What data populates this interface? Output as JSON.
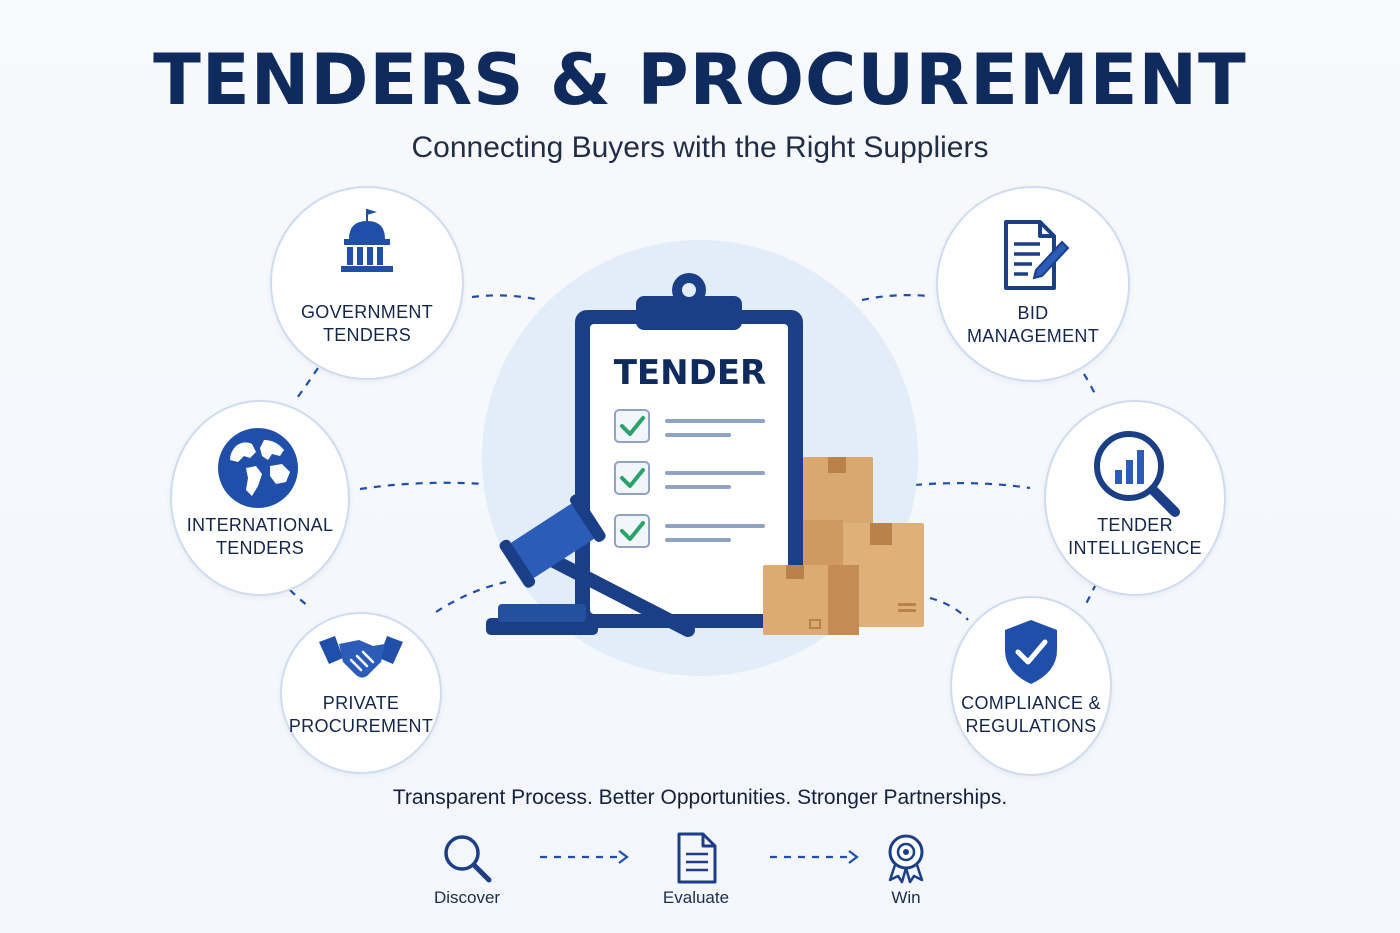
{
  "header": {
    "title": "TENDERS & PROCUREMENT",
    "subtitle": "Connecting Buyers with the Right Suppliers"
  },
  "center": {
    "clipboard_title": "TENDER"
  },
  "categories": {
    "government": {
      "line1": "GOVERNMENT",
      "line2": "TENDERS",
      "icon": "government-building-icon"
    },
    "international": {
      "line1": "INTERNATIONAL",
      "line2": "TENDERS",
      "icon": "globe-icon"
    },
    "private": {
      "line1": "PRIVATE",
      "line2": "PROCUREMENT",
      "icon": "handshake-icon"
    },
    "bid": {
      "line1": "BID",
      "line2": "MANAGEMENT",
      "icon": "document-pen-icon"
    },
    "intelligence": {
      "line1": "TENDER",
      "line2": "INTELLIGENCE",
      "icon": "magnifier-chart-icon"
    },
    "compliance": {
      "line1": "COMPLIANCE &",
      "line2": "REGULATIONS",
      "icon": "shield-check-icon"
    }
  },
  "footer": {
    "tagline": "Transparent Process. Better Opportunities. Stronger Partnerships.",
    "steps": [
      {
        "label": "Discover",
        "icon": "search-icon"
      },
      {
        "label": "Evaluate",
        "icon": "document-icon"
      },
      {
        "label": "Win",
        "icon": "award-icon"
      }
    ]
  },
  "colors": {
    "navy": "#0f2a5c",
    "blue": "#1f4fa8",
    "badge_border": "#cfdcef",
    "check_green": "#2aa36b",
    "box_tan": "#d9a870"
  }
}
